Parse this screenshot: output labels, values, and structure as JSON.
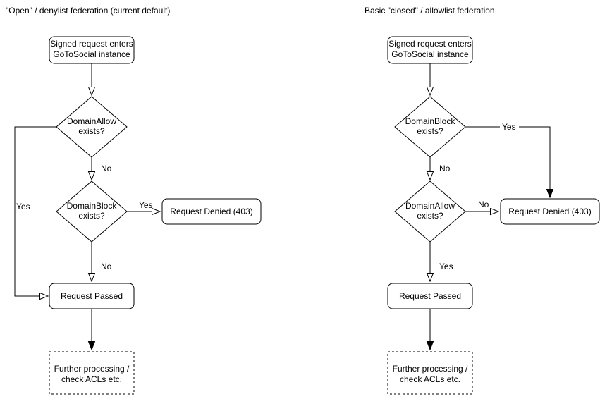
{
  "colors": {
    "background": "#ffffff",
    "line": "#000000",
    "node_fill": "#ffffff",
    "text": "#000000"
  },
  "left": {
    "title": "\"Open\" / denylist federation (current default)",
    "start": {
      "line1": "Signed request enters",
      "line2": "GoToSocial instance"
    },
    "d1": {
      "line1": "DomainAllow",
      "line2": "exists?"
    },
    "d1_no": "No",
    "d1_yes": "Yes",
    "d2": {
      "line1": "DomainBlock",
      "line2": "exists?"
    },
    "d2_yes": "Yes",
    "d2_no": "No",
    "denied": "Request Denied (403)",
    "passed": "Request Passed",
    "further": {
      "line1": "Further processing /",
      "line2": "check ACLs etc."
    }
  },
  "right": {
    "title": "Basic \"closed\" / allowlist federation",
    "start": {
      "line1": "Signed request enters",
      "line2": "GoToSocial instance"
    },
    "d1": {
      "line1": "DomainBlock",
      "line2": "exists?"
    },
    "d1_yes": "Yes",
    "d1_no": "No",
    "d2": {
      "line1": "DomainAllow",
      "line2": "exists?"
    },
    "d2_no": "No",
    "d2_yes": "Yes",
    "denied": "Request Denied (403)",
    "passed": "Request Passed",
    "further": {
      "line1": "Further processing /",
      "line2": "check ACLs etc."
    }
  }
}
